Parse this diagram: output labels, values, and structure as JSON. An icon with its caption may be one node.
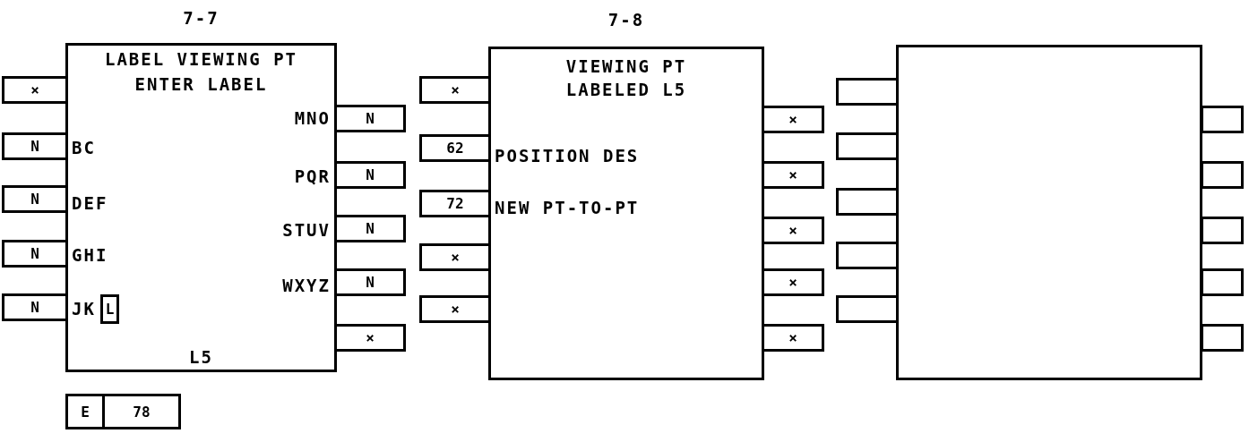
{
  "diagram": {
    "nodes": [
      {
        "text": [
          "7-7",
          "LABEL VIEWING PT",
          "ENTER LABEL",
          "BC",
          "DEF",
          "GHI",
          "JK",
          "MNO",
          "PQR",
          "STUV",
          "WXYZ",
          "L5"
        ]
      },
      {
        "text": [
          "L"
        ],
        "in": 0
      },
      {
        "text": [
          "×"
        ]
      },
      {
        "text": [
          "N"
        ]
      },
      {
        "text": [
          "N"
        ]
      },
      {
        "text": [
          "N"
        ]
      },
      {
        "text": [
          "N"
        ]
      },
      {
        "text": [
          "N"
        ]
      },
      {
        "text": [
          "N"
        ]
      },
      {
        "text": [
          "N"
        ]
      },
      {
        "text": [
          "N"
        ]
      },
      {
        "text": [
          "×"
        ]
      },
      {
        "text": [
          "E"
        ]
      },
      {
        "text": [
          "78"
        ]
      },
      {
        "text": [
          "7-8",
          "VIEWING PT",
          "LABELED L5",
          "POSITION DES",
          "NEW PT-TO-PT"
        ]
      },
      {
        "text": [
          "×"
        ]
      },
      {
        "text": [
          "62"
        ]
      },
      {
        "text": [
          "72"
        ]
      },
      {
        "text": [
          "×"
        ]
      },
      {
        "text": [
          "×"
        ]
      },
      {
        "text": [
          "×"
        ]
      },
      {
        "text": [
          "×"
        ]
      },
      {
        "text": [
          "×"
        ]
      },
      {
        "text": [
          "×"
        ]
      },
      {
        "text": [
          "×"
        ]
      },
      {
        "text": [],
        "shape": "box"
      },
      {
        "text": [],
        "shape": "box"
      },
      {
        "text": [],
        "shape": "box"
      },
      {
        "text": [],
        "shape": "box"
      },
      {
        "text": [],
        "shape": "box"
      },
      {
        "text": [],
        "shape": "box"
      },
      {
        "text": [],
        "shape": "box"
      },
      {
        "text": [],
        "shape": "box"
      },
      {
        "text": [],
        "shape": "box"
      },
      {
        "text": [],
        "shape": "box"
      },
      {
        "text": [],
        "shape": "box"
      }
    ]
  }
}
